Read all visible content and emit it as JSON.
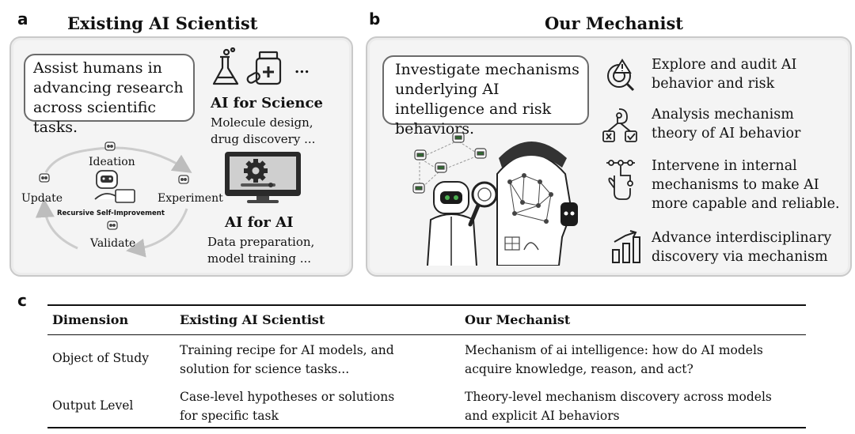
{
  "panel_a": {
    "letter": "a",
    "title": "Existing AI Scientist",
    "bubble_text": "Assist humans in advancing research across scientific tasks.",
    "ellipsis": "...",
    "ai_for_science": {
      "title": "AI for Science",
      "desc_line1": "Molecule design,",
      "desc_line2": "drug discovery ..."
    },
    "ai_for_ai": {
      "title": "AI for AI",
      "desc_line1": "Data preparation,",
      "desc_line2": "model training ..."
    },
    "cycle": {
      "ideation": "Ideation",
      "experiment": "Experiment",
      "validate": "Validate",
      "update": "Update",
      "center": "Recursive Self-Improvement"
    }
  },
  "panel_b": {
    "letter": "b",
    "title": "Our Mechanist",
    "bubble_text": "Investigate mechanisms underlying AI intelligence and risk behaviors.",
    "items": [
      {
        "icon": "audit-icon",
        "line1": "Explore and audit AI",
        "line2": "behavior and risk"
      },
      {
        "icon": "theory-icon",
        "line1": "Analysis mechanism",
        "line2": "theory of AI behavior"
      },
      {
        "icon": "intervene-icon",
        "line1": "Intervene in internal",
        "line2": "mechanisms to make AI",
        "line3": "more capable and reliable."
      },
      {
        "icon": "bar-chart-icon",
        "line1": "Advance interdisciplinary",
        "line2": "discovery via mechanism"
      }
    ]
  },
  "panel_c": {
    "letter": "c",
    "headers": [
      "Dimension",
      "Existing AI Scientist",
      "Our Mechanist"
    ],
    "rows": [
      {
        "dimension": "Object of Study",
        "existing": [
          "Training recipe for AI models, and",
          "solution for science tasks..."
        ],
        "mechanist": [
          "Mechanism of ai intelligence: how do AI models",
          "acquire knowledge, reason, and act?"
        ]
      },
      {
        "dimension": "Output Level",
        "existing": [
          "Case-level hypotheses or solutions",
          "for specific task"
        ],
        "mechanist": [
          "Theory-level mechanism discovery across models",
          "and explicit AI behaviors"
        ]
      }
    ]
  }
}
